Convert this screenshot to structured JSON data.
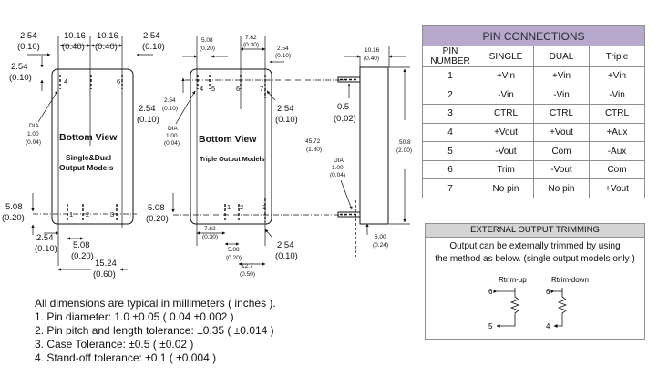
{
  "table": {
    "caption": "PIN CONNECTIONS",
    "headers": [
      "PIN NUMBER",
      "SINGLE",
      "DUAL",
      "Triple"
    ],
    "rows": [
      [
        "1",
        "+Vin",
        "+Vin",
        "+Vin"
      ],
      [
        "2",
        "-Vin",
        "-Vin",
        "-Vin"
      ],
      [
        "3",
        "CTRL",
        "CTRL",
        "CTRL"
      ],
      [
        "4",
        "+Vout",
        "+Vout",
        "+Aux"
      ],
      [
        "5",
        "-Vout",
        "Com",
        "-Aux"
      ],
      [
        "6",
        "Trim",
        "-Vout",
        "Com"
      ],
      [
        "7",
        "No pin",
        "No pin",
        "+Vout"
      ]
    ]
  },
  "trimming": {
    "title": "EXTERNAL OUTPUT TRIMMING",
    "line1": "Output can be externally trimmed by using",
    "line2": "the method as below. (single output models only )",
    "up_label": "Rtrim-up",
    "down_label": "Rtrim-down",
    "up_top_pin": "6",
    "up_bottom_pin": "5",
    "down_top_pin": "6",
    "down_bottom_pin": "4"
  },
  "notes": {
    "intro": "All dimensions are typical in millimeters ( inches ).",
    "items": [
      "1.  Pin diameter: 1.0 ±0.05 ( 0.04 ±0.002 )",
      "2.  Pin pitch and length tolerance: ±0.35 ( ±0.014 )",
      "3.  Case Tolerance: ±0.5 ( ±0.02 )",
      "4.  Stand-off tolerance: ±0.1 ( ±0.004 )"
    ]
  },
  "view1": {
    "title": "Bottom View",
    "subtitle_1": "Single&Dual",
    "subtitle_2": "Output Models",
    "dims": {
      "top_left_mm": "2.54",
      "top_left_in": "(0.10)",
      "top_pitch_mm": "10.16",
      "top_pitch_in": "(0.40)",
      "top_pitch2_mm": "10.16",
      "top_pitch2_in": "(0.40)",
      "top_right_mm": "2.54",
      "top_right_in": "(0.10)",
      "left_mm": "2.54",
      "left_in": "(0.10)",
      "right_mm": "2.54",
      "right_in": "(0.10)",
      "dia_label": "DIA",
      "dia_mm": "1.00",
      "dia_in": "(0.04)",
      "bottom_left_mm": "5.08",
      "bottom_left_in": "(0.20)",
      "bl2_mm": "2.54",
      "bl2_in": "(0.10)",
      "b3_mm": "5.08",
      "b3_in": "(0.20)",
      "b4_mm": "15.24",
      "b4_in": "(0.60)"
    },
    "pins": [
      "4",
      "6",
      "1",
      "2",
      "3"
    ]
  },
  "view2": {
    "title": "Bottom View",
    "subtitle": "Triple Output Models",
    "dims": {
      "top_a_mm": "5.08",
      "top_a_in": "(0.20)",
      "top_b_mm": "7.62",
      "top_b_in": "(0.30)",
      "top_c_mm": "2.54",
      "top_c_in": "(0.10)",
      "left_mm": "2.54",
      "left_in": "(0.10)",
      "dia_label": "DIA",
      "dia_mm": "1.00",
      "dia_in": "(0.04)",
      "right_mm": "2.54",
      "right_in": "(0.10)",
      "bottom_left_mm": "5.08",
      "bottom_left_in": "(0.20)",
      "b_a_mm": "7.62",
      "b_a_in": "(0.30)",
      "b_b_mm": "5.08",
      "b_b_in": "(0.20)",
      "b_c_mm": "12.7",
      "b_c_in": "(0.50)",
      "b_d_mm": "2.54",
      "b_d_in": "(0.10)"
    },
    "pins": [
      "4",
      "5",
      "6",
      "7",
      "1",
      "2",
      "3"
    ]
  },
  "side": {
    "top_mm": "10.16",
    "top_in": "(0.40)",
    "standoff_mm": "0.5",
    "standoff_in": "(0.02)",
    "length_mm": "45.72",
    "length_in": "(1.80)",
    "height_mm": "50.8",
    "height_in": "(2.00)",
    "dia_label": "DIA",
    "dia_mm": "1.00",
    "dia_in": "(0.04)",
    "pin_mm": "6.00",
    "pin_in": "(0.24)"
  }
}
